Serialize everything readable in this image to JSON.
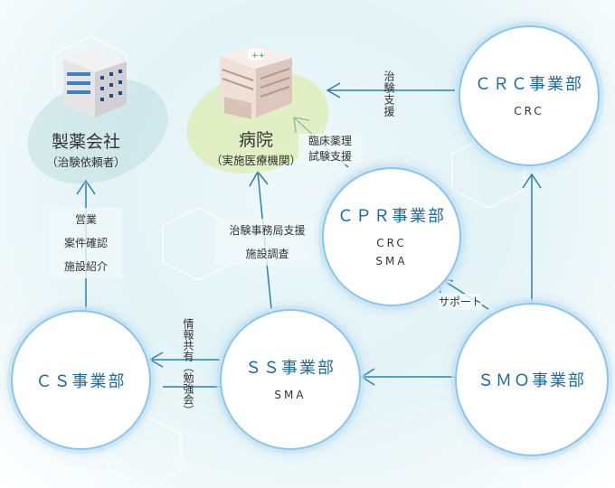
{
  "entities": {
    "pharma": {
      "title": "製薬会社",
      "subtitle": "（治験依頼者）"
    },
    "hospital": {
      "title": "病院",
      "subtitle": "（実施医療機関）"
    }
  },
  "divisions": {
    "crc": {
      "title": "ＣＲＣ事業部",
      "sub": "CRC"
    },
    "cpr": {
      "title": "ＣＰＲ事業部",
      "sub1": "CRC",
      "sub2": "SMA"
    },
    "ss": {
      "title": "ＳＳ事業部",
      "sub": "SMA"
    },
    "cs": {
      "title": "ＣＳ事業部"
    },
    "smo": {
      "title": "ＳＭＯ事業部"
    }
  },
  "labels": {
    "cs_to_pharma": [
      "営業",
      "案件確認",
      "施設紹介"
    ],
    "ss_to_hospital": [
      "治験事務局支援",
      "施設調査"
    ],
    "cpr_to_hospital": [
      "臨床薬理",
      "試験支援"
    ],
    "crc_to_hospital": "治験支援",
    "smo_to_cpr": "サポート",
    "cs_ss": "情報共有（勉強会）"
  },
  "colors": {
    "accent": "#1d6aa0",
    "arrow": "#2f7fae"
  }
}
